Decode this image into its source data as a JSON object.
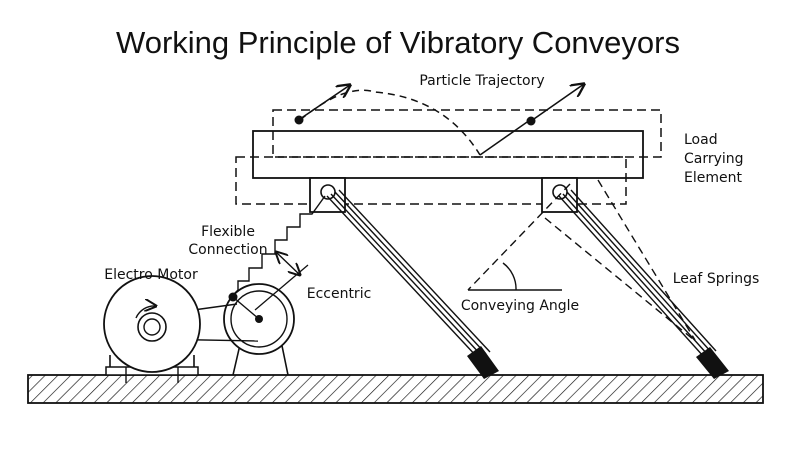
{
  "title": "Working Principle of Vibratory Conveyors",
  "labels": {
    "particle_trajectory": "Particle Trajectory",
    "load_line1": "Load",
    "load_line2": "Carrying",
    "load_line3": "Element",
    "flexible_line1": "Flexible",
    "flexible_line2": "Connection",
    "electro_motor": "Electro Motor",
    "eccentric": "Eccentric",
    "conveying_angle": "Conveying Angle",
    "leaf_springs": "Leaf Springs"
  },
  "colors": {
    "ink": "#111111",
    "background": "#ffffff"
  }
}
